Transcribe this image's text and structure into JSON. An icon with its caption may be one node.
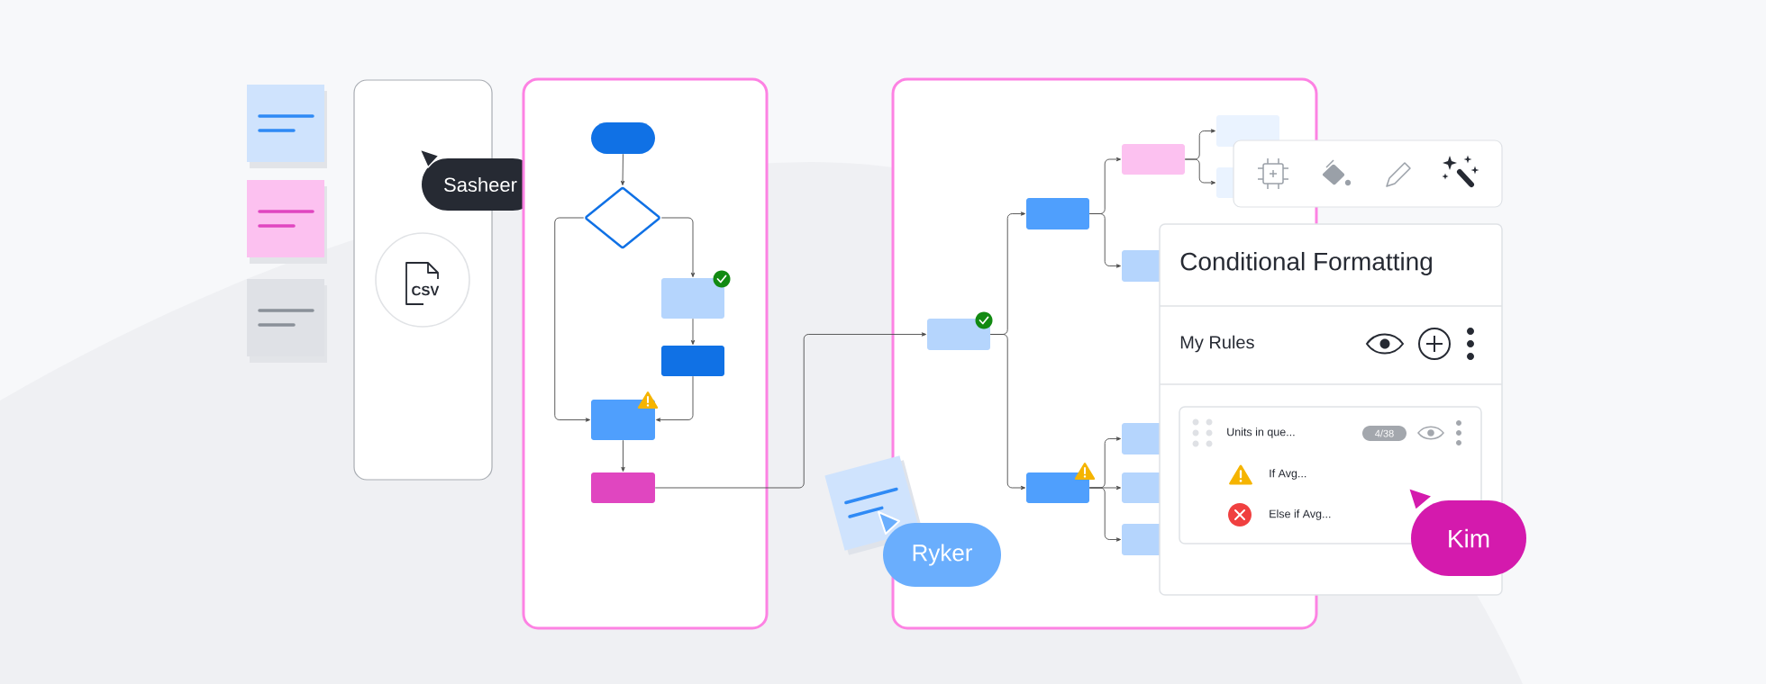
{
  "diagram": {
    "nodes": [
      {
        "text": [],
        "shape": "box"
      },
      {
        "text": [
          "CSV"
        ],
        "in": 0
      },
      {
        "text": [
          "Sasheer"
        ]
      },
      {
        "text": [],
        "shape": "box"
      },
      {
        "text": [],
        "shape": "box",
        "in": 3
      },
      {
        "text": [],
        "shape": "diamond",
        "in": 3
      },
      {
        "text": [],
        "shape": "box",
        "in": 3
      },
      {
        "text": [],
        "shape": "box",
        "in": 3
      },
      {
        "text": [],
        "shape": "box",
        "in": 3
      },
      {
        "text": [],
        "shape": "box",
        "in": 3
      },
      {
        "text": [],
        "shape": "box"
      },
      {
        "text": [],
        "shape": "box",
        "in": 10
      },
      {
        "text": [],
        "shape": "box",
        "in": 10
      },
      {
        "text": [],
        "shape": "box",
        "in": 10
      },
      {
        "text": [],
        "shape": "box",
        "in": 10
      },
      {
        "text": [],
        "shape": "box",
        "in": 10
      },
      {
        "text": [],
        "shape": "box",
        "in": 10
      },
      {
        "text": [],
        "shape": "box",
        "in": 10
      },
      {
        "text": [],
        "shape": "box",
        "in": 10
      },
      {
        "text": [],
        "shape": "box",
        "in": 10
      },
      {
        "text": [],
        "shape": "box",
        "in": 10
      },
      {
        "text": [
          "Ryker"
        ]
      },
      {
        "text": [
          "Conditional Formatting",
          "My Rules"
        ]
      },
      {
        "text": [
          "Units in que...",
          "If Avg...",
          "Else if Avg..."
        ],
        "in": 22
      },
      {
        "text": [
          "4/38"
        ],
        "in": 23
      },
      {
        "text": [
          "Kim"
        ]
      }
    ],
    "edges": [
      {
        "from": 4,
        "to": 5,
        "arrow": "to"
      },
      {
        "from": 5,
        "to": 6,
        "arrow": "to"
      },
      {
        "from": 6,
        "to": 7,
        "arrow": "to"
      },
      {
        "from": 7,
        "to": 8,
        "arrow": "to"
      },
      {
        "from": 5,
        "to": 8,
        "arrow": "to"
      },
      {
        "from": 8,
        "to": 9,
        "arrow": "to"
      },
      {
        "from": 9,
        "to": 11,
        "arrow": "to"
      },
      {
        "from": 11,
        "to": 12,
        "arrow": "to"
      },
      {
        "from": 11,
        "to": 17,
        "arrow": "to"
      },
      {
        "from": 12,
        "to": 13,
        "arrow": "to"
      },
      {
        "from": 12,
        "to": 16,
        "arrow": "to"
      },
      {
        "from": 13,
        "to": 14,
        "arrow": "to"
      },
      {
        "from": 13,
        "to": 15,
        "arrow": "to"
      },
      {
        "from": 17,
        "to": 18,
        "arrow": "to"
      },
      {
        "from": 17,
        "to": 19,
        "arrow": "to"
      },
      {
        "from": 17,
        "to": 20,
        "arrow": "to"
      }
    ]
  }
}
